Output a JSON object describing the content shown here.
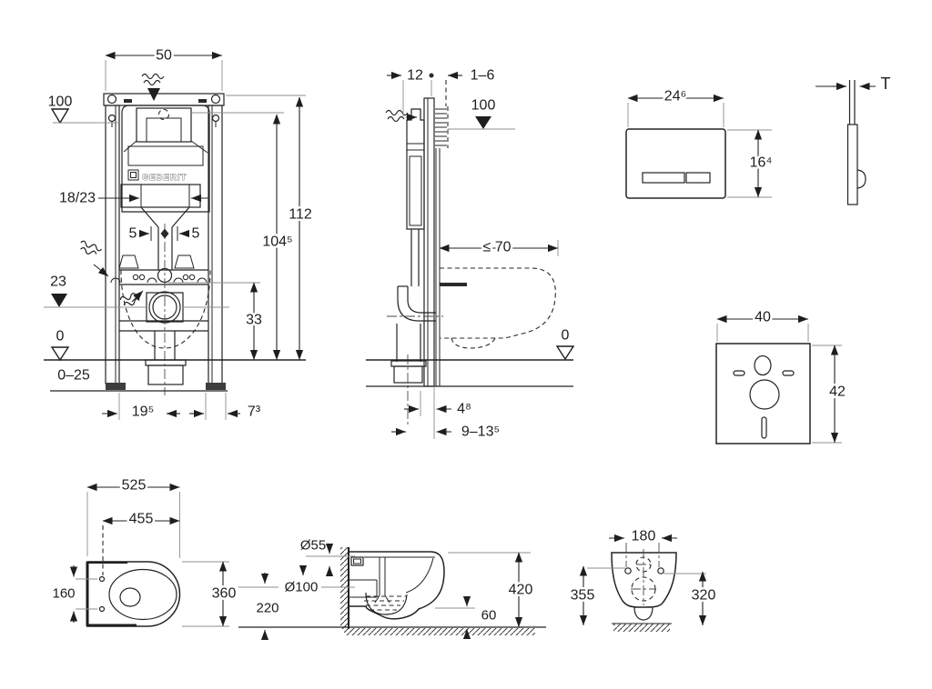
{
  "drawing": {
    "brand": "GEBERIT",
    "frame_front": {
      "width": "50",
      "supply_level": "100",
      "flush_bend": "18/23",
      "offset_left": "5",
      "offset_right": "5",
      "outlet_level": "23",
      "floor_level": "0",
      "floor_buildup": "0–25",
      "foot_left": "19⁵",
      "foot_right": "7³",
      "total_height": "112",
      "actuation_height": "104⁵",
      "outlet_height": "33"
    },
    "frame_side": {
      "depth": "12",
      "wall_lining": "1–6",
      "supply_level": "100",
      "bowl_depth": "≤ 70",
      "floor_level": "0",
      "outlet_offset": "4⁸",
      "outlet_depth_range": "9–13⁵"
    },
    "actuator_plate": {
      "width": "24⁶",
      "height": "16⁴",
      "thickness": "T"
    },
    "sound_insulation_mat": {
      "width": "40",
      "height": "42"
    },
    "bowl_top": {
      "depth": "525",
      "inner_depth": "455",
      "hole_spacing": "160",
      "width": "360"
    },
    "bowl_side": {
      "inlet_diameter": "Ø55",
      "outlet_diameter": "Ø100",
      "outlet_height": "220",
      "height": "420",
      "clearance": "60"
    },
    "bowl_rear": {
      "hole_spacing": "180",
      "height_left": "355",
      "height_right": "320"
    }
  }
}
